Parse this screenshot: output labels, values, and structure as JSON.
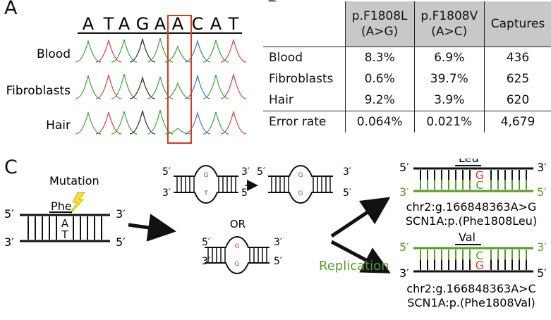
{
  "panelA": {
    "label": "A",
    "bases": [
      "A",
      "T",
      "A",
      "G",
      "A",
      "A",
      "C",
      "A",
      "T"
    ],
    "rows": [
      "Blood",
      "Fibroblasts",
      "Hair"
    ]
  },
  "panelB": {
    "label": "B",
    "columns": [
      "p.F1808L\n(A>G)",
      "p.F1808V\n(A>C)",
      "Captures"
    ],
    "rows": [
      {
        "label": "Blood",
        "cells": [
          "8.3%",
          "6.9%",
          "436"
        ]
      },
      {
        "label": "Fibroblasts",
        "cells": [
          "0.6%",
          "39.7%",
          "625"
        ]
      },
      {
        "label": "Hair",
        "cells": [
          "9.2%",
          "3.9%",
          "620"
        ]
      },
      {
        "label": "Error rate",
        "cells": [
          "0.064%",
          "0.021%",
          "4,679"
        ]
      }
    ]
  },
  "panelC": {
    "label": "C",
    "mutation_label": "Mutation",
    "phe_label": "Phe",
    "five_prime": "5′",
    "three_prime": "3′",
    "base_A": "A",
    "base_T": "T",
    "base_G": "G",
    "base_C": "C",
    "or_label": "OR",
    "replication_label": "Replication",
    "leu_label": "Leu",
    "val_label": "Val",
    "outcome_top": [
      "chr2:g.166848363A>G",
      "SCN1A:p.(Phe1808Leu)"
    ],
    "outcome_bottom": [
      "chr2:g.166848363A>C",
      "SCN1A:p.(Phe1808Val)"
    ],
    "colors": {
      "green": "#5a9a2a",
      "red": "#d23b1e",
      "bolt": "#f4e23c"
    }
  }
}
